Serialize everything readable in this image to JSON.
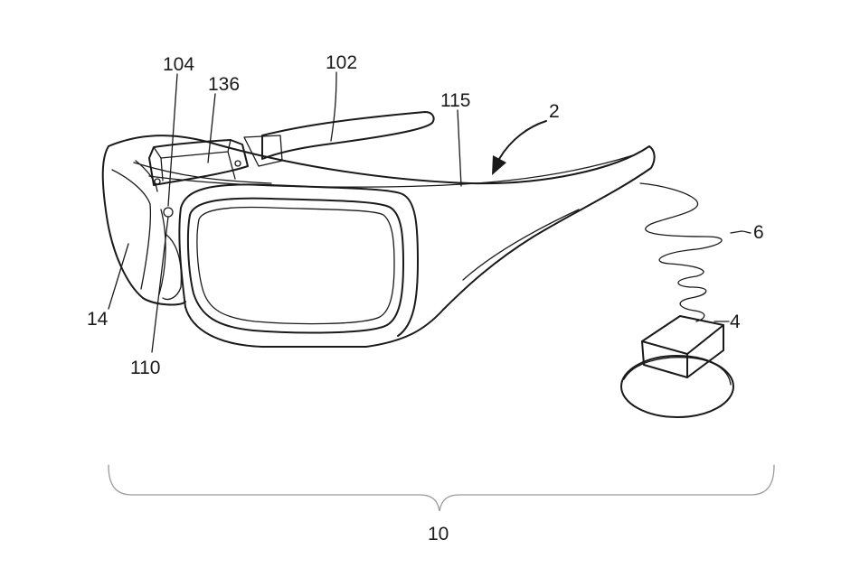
{
  "labels": {
    "frame": "2",
    "processing_unit": "4",
    "wire": "6",
    "system": "10",
    "lens": "14",
    "temple": "102",
    "nose_bridge": "104",
    "microphone": "110",
    "top_line": "115",
    "camera": "136"
  },
  "colors": {
    "ink": "#1a1a1a",
    "brace": "#9a9a9a",
    "background": "#ffffff"
  }
}
